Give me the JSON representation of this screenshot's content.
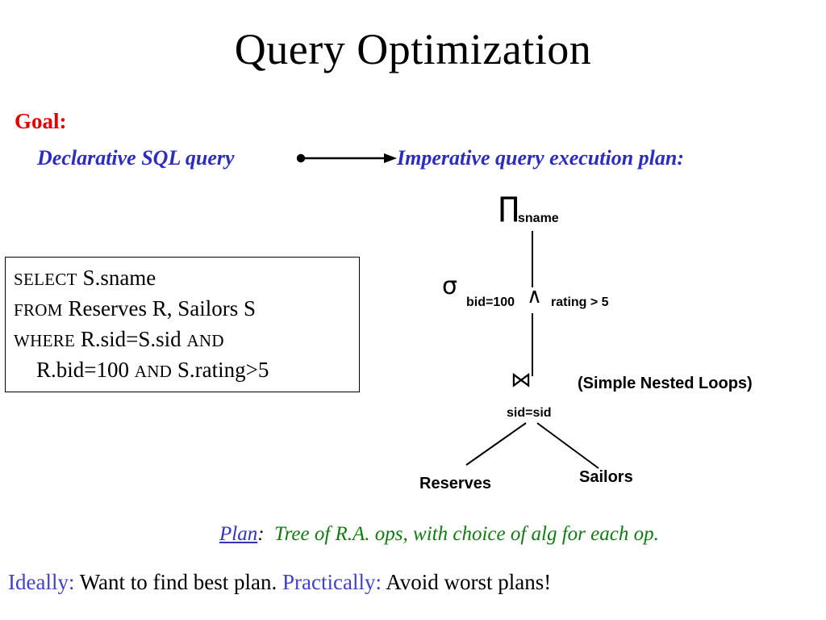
{
  "slide": {
    "title": "Query Optimization",
    "goal_label": "Goal:",
    "declarative": "Declarative SQL query",
    "imperative": "Imperative query execution plan:",
    "arrow_icon": "right-arrow-with-dot"
  },
  "sql": {
    "line1_keyword": "SELECT",
    "line1_body": "  S.sname",
    "line2_keyword": "FROM",
    "line2_body": "  Reserves R, Sailors S",
    "line3_keyword": "WHERE",
    "line3_body_a": "  R.sid=S.sid ",
    "line3_keyword_b": "AND",
    "line4_body_a": "R.bid=100 ",
    "line4_keyword": "AND",
    "line4_body_b": " S.rating>5"
  },
  "plan_tree": {
    "project_symbol": "∏",
    "project_subscript": "sname",
    "select_symbol": "σ",
    "select_subscript_left": "bid=100",
    "select_conjunction": "∧",
    "select_subscript_right": "rating > 5",
    "join_symbol": "⋈",
    "join_subscript": "sid=sid",
    "join_algorithm_note": "(Simple Nested Loops)",
    "leaf_left": "Reserves",
    "leaf_right": "Sailors"
  },
  "caption": {
    "plan_word": "Plan",
    "plan_colon": ":",
    "plan_description": "Tree of R.A. ops, with choice of alg for each op."
  },
  "bottom": {
    "ideally_label": "Ideally:",
    "ideally_text": " Want to find best plan.  ",
    "practically_label": "Practically:",
    "practically_text": " Avoid worst plans!"
  },
  "colors": {
    "goal_red": "#E00000",
    "heading_blue": "#2C2CC0",
    "accent_blue": "#4242C8",
    "plan_green": "#117A11",
    "text_black": "#000000",
    "background": "#FFFFFF"
  }
}
